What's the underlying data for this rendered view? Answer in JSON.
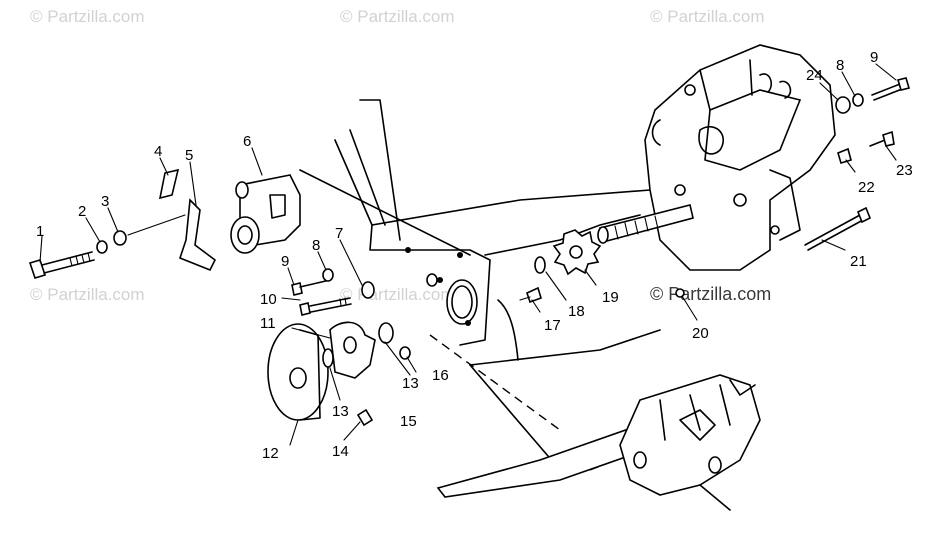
{
  "watermarks": {
    "faint": "© Partzilla.com",
    "prominent": "© Partzilla.com"
  },
  "callouts": {
    "c1": "1",
    "c2": "2",
    "c3": "3",
    "c4": "4",
    "c5": "5",
    "c6": "6",
    "c7": "7",
    "c8a": "8",
    "c8b": "8",
    "c9a": "9",
    "c9b": "9",
    "c10": "10",
    "c11": "11",
    "c12": "12",
    "c13a": "13",
    "c13b": "13",
    "c14": "14",
    "c15": "15",
    "c16": "16",
    "c17": "17",
    "c18": "18",
    "c19": "19",
    "c20": "20",
    "c21": "21",
    "c22": "22",
    "c23": "23",
    "c24": "24"
  }
}
